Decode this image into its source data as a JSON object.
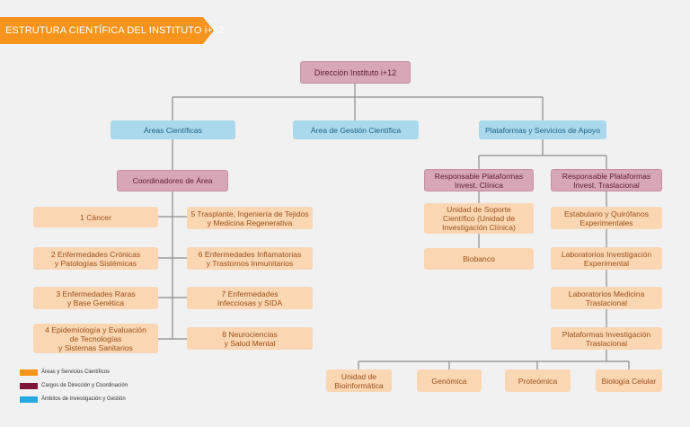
{
  "banner": {
    "title": "ESTRUTURA CIENTÍFICA DEL INSTITUTO i+12",
    "color": "#f7941d"
  },
  "colors": {
    "area": "#fbd6b3",
    "cargo": "#d8a7b7",
    "ambito": "#aad9ee",
    "line": "#8c8c8c"
  },
  "nodes": {
    "direccion": "Dirección Instituto i+12",
    "areas_cientificas": "Áreas Científicas",
    "area_gestion": "Área de Gestión Científica",
    "plataformas": "Plataformas y Servicios de Apoyo",
    "coordinadores": "Coordinadores de Área",
    "resp_clinica": "Responsable Plataformas\nInvest. Clínica",
    "resp_traslacional": "Responsable Plataformas\nInvest. Traslacional",
    "a1": "1 Cáncer",
    "a2": "2 Enfermedades Crónicas\ny Patologías Sistémicas",
    "a3": "3 Enfermedades Raras\ny Base Genética",
    "a4": "4 Epidemiología y Evaluación\nde Tecnologías\ny Sistemas Sanitarios",
    "a5": "5 Trasplante, Ingeniería de Tejidos\ny Medicina Regenerativa",
    "a6": "6 Enfermedades Inflamatorias\ny Trastornos Inmunitarios",
    "a7": "7 Enfermedades\nInfecciosas y SIDA",
    "a8": "8 Neurociencias\ny Salud Mental",
    "soporte": "Unidad de Soporte\nCientífico (Unidad de\nInvestigación Clínica)",
    "biobanco": "Biobanco",
    "estabulario": "Estabulario y Quirófanos\nExperimentales",
    "lab_exp": "Laboratorios Investigación\nExperimental",
    "lab_med": "Laboratorios Medicina\nTraslacional",
    "plat_inv": "Plataformas Investigación\nTraslacional",
    "bioinfo": "Unidad de\nBioinformática",
    "genomica": "Genómica",
    "proteomica": "Proteómica",
    "biologia": "Biología Celular"
  },
  "legend": [
    {
      "label": "Áreas y Servicios Científicos",
      "color": "#f7941d"
    },
    {
      "label": "Cargos de Dirección y Coordinación",
      "color": "#7d1638"
    },
    {
      "label": "Ámbitos de Investigación y Gestión",
      "color": "#29a8e0"
    }
  ]
}
